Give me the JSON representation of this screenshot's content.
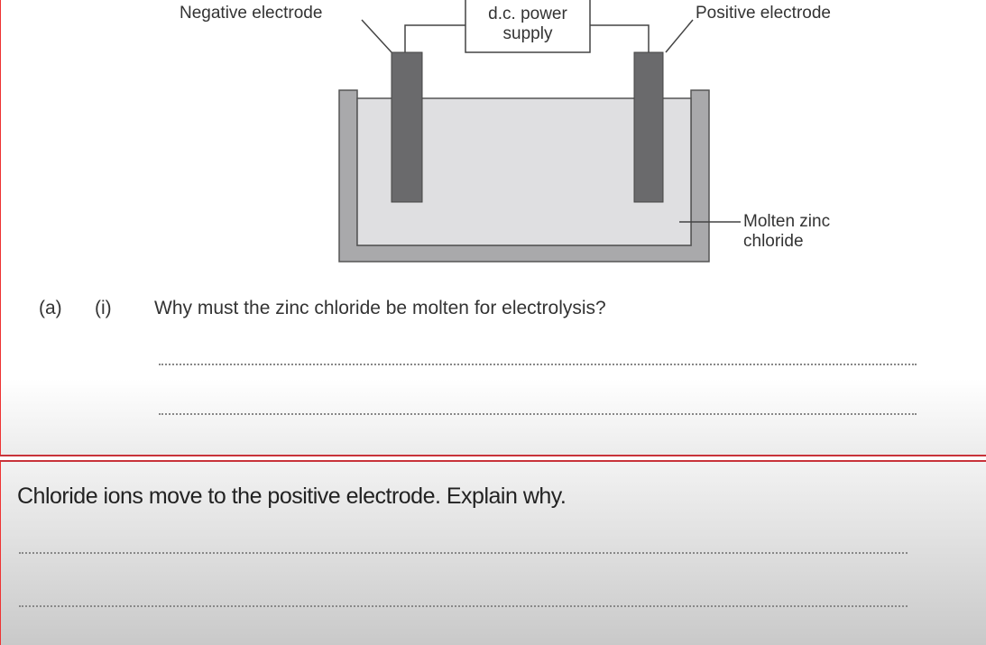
{
  "diagram": {
    "negative_label": "Negative electrode",
    "power_label_line1": "d.c. power",
    "power_label_line2": "supply",
    "positive_label": "Positive electrode",
    "molten_label_line1": "Molten zinc",
    "molten_label_line2": "chloride"
  },
  "question_a": {
    "part": "(a)",
    "subpart": "(i)",
    "text": "Why must the zinc chloride be molten for electrolysis?"
  },
  "question_b": {
    "text": "Chloride ions move to the positive electrode. Explain why."
  }
}
